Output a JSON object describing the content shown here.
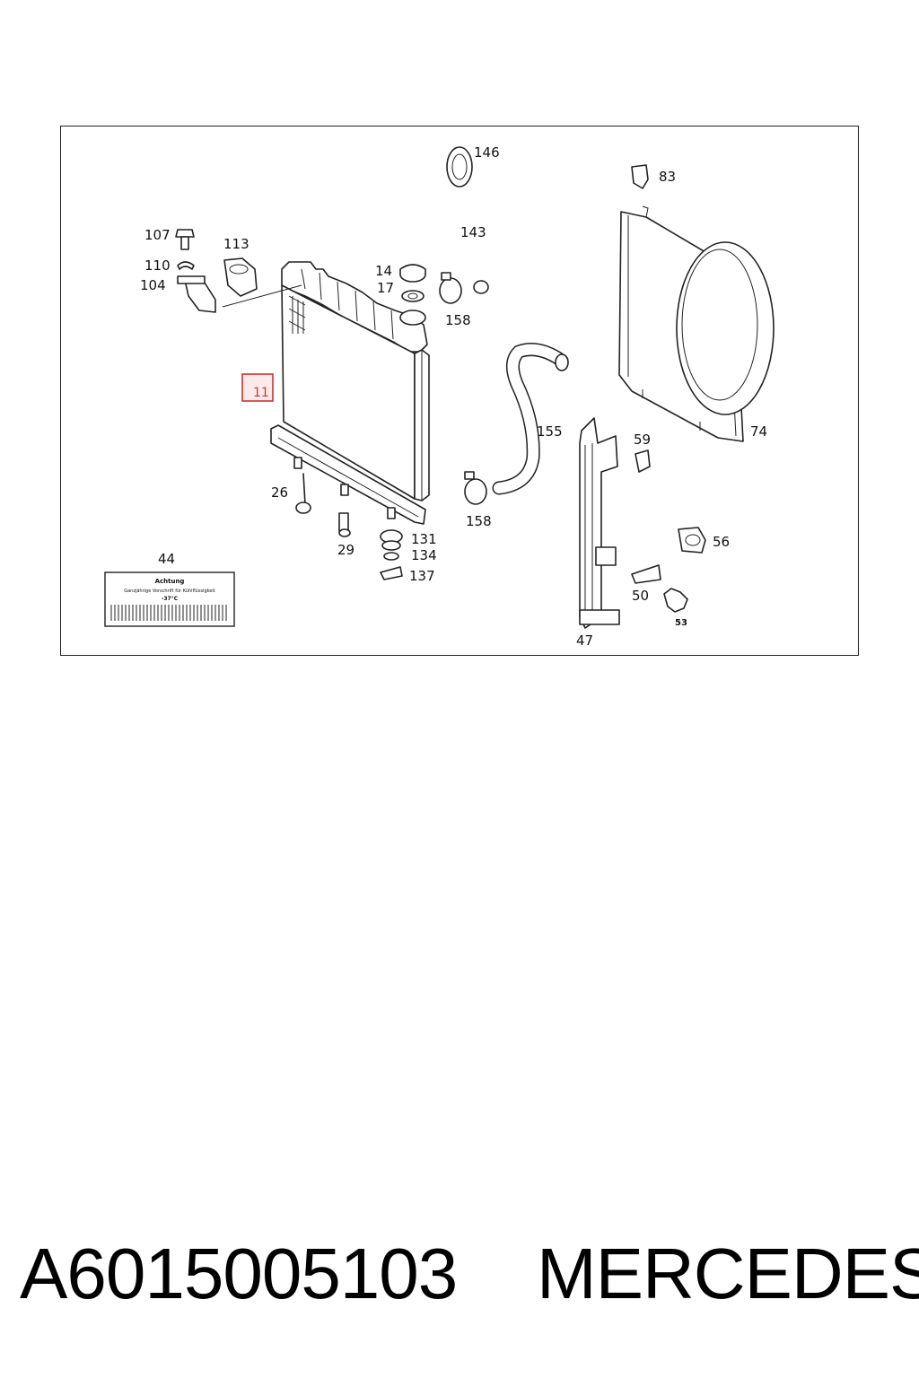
{
  "footer": {
    "part_number": "A6015005103",
    "brand": "MERCEDES"
  },
  "diagram": {
    "highlighted_callout": "11",
    "callouts": {
      "c146": "146",
      "c83": "83",
      "c107": "107",
      "c113": "113",
      "c143": "143",
      "c110": "110",
      "c104": "104",
      "c14": "14",
      "c17": "17",
      "c158a": "158",
      "c155": "155",
      "c59": "59",
      "c74": "74",
      "c26": "26",
      "c158b": "158",
      "c29": "29",
      "c131": "131",
      "c134": "134",
      "c137": "137",
      "c56": "56",
      "c44": "44",
      "c50": "50",
      "c53": "53",
      "c47": "47"
    },
    "warning_label": {
      "title": "Achtung",
      "line1": "Ganzjährige Vorschrift für Kühlflüssigkeit",
      "line2": "-37°C"
    }
  }
}
